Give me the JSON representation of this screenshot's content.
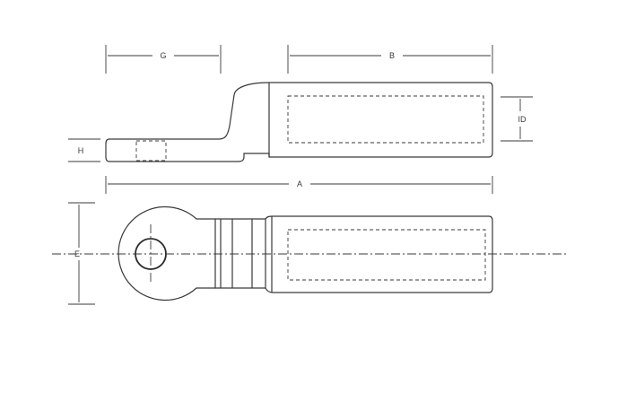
{
  "dimensions": {
    "g": "G",
    "b": "B",
    "h": "H",
    "id": "ID",
    "a": "A",
    "e": "E"
  }
}
